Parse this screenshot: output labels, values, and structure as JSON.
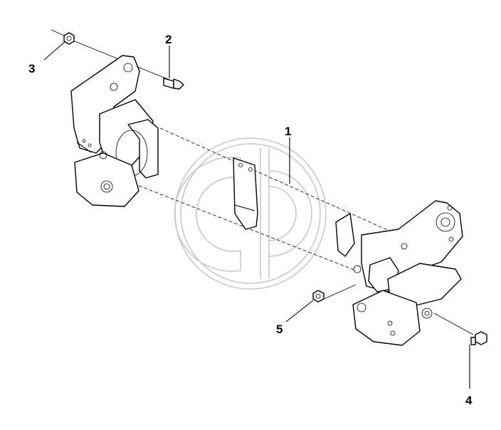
{
  "callouts": [
    {
      "id": "1",
      "label": "1"
    },
    {
      "id": "2",
      "label": "2"
    },
    {
      "id": "3",
      "label": "3"
    },
    {
      "id": "4",
      "label": "4"
    },
    {
      "id": "5",
      "label": "5"
    }
  ],
  "colors": {
    "line": "#000000",
    "watermark": "#c8c8c8",
    "background": "#ffffff"
  },
  "watermark": "logo-watermark"
}
